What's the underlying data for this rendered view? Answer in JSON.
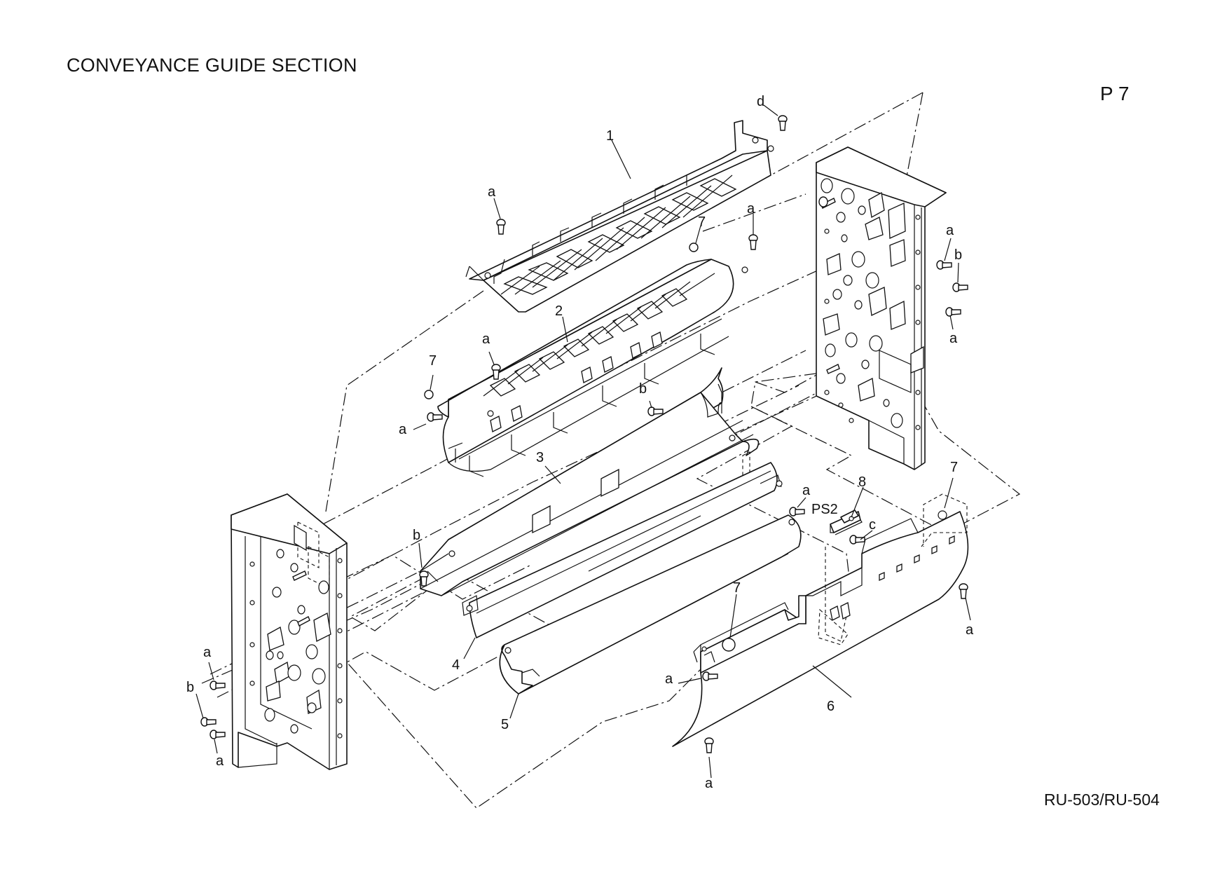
{
  "title": "CONVEYANCE GUIDE SECTION",
  "page_number": "P 7",
  "model": "RU-503/RU-504",
  "callouts": {
    "part_1": "1",
    "part_2": "2",
    "part_3": "3",
    "part_4": "4",
    "part_5": "5",
    "part_6": "6",
    "part_7": "7",
    "part_8": "8",
    "sensor": "PS2",
    "screw_a": "a",
    "screw_b": "b",
    "screw_c": "c",
    "screw_d": "d"
  }
}
